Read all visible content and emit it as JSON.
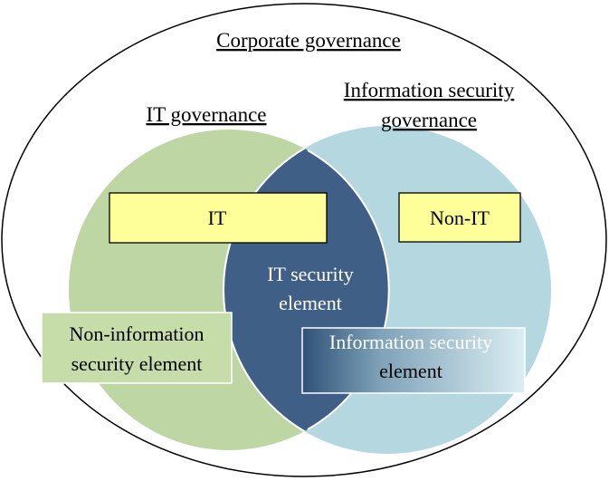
{
  "diagram": {
    "outer_label": "Corporate governance",
    "it_governance_label": "IT governance",
    "infosec_governance_label": [
      "Information security",
      "governance"
    ],
    "it_box_label": "IT",
    "non_it_box_label": "Non-IT",
    "it_security_element_label": [
      "IT security",
      "element"
    ],
    "non_infosec_element_label": [
      "Non-information",
      "security element"
    ],
    "infosec_element_label": [
      "Information security",
      "element"
    ]
  },
  "colors": {
    "outer_ellipse_stroke": "#000000",
    "it_circle_fill": "#bdd6a3",
    "infosec_circle_fill": "#b4d7e0",
    "intersection_fill": "#3f5f86",
    "yellow_box_fill": "#ffff99",
    "green_box_fill": "#c6ddaa"
  }
}
